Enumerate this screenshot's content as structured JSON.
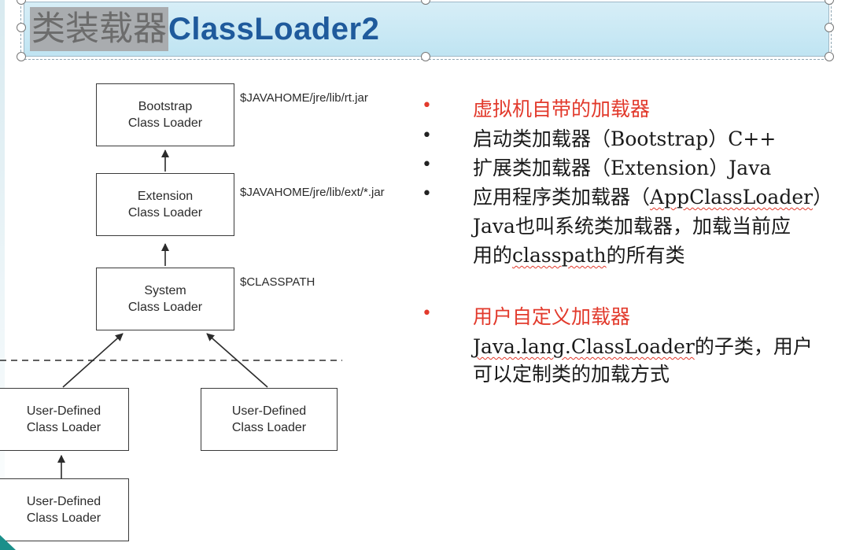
{
  "slide": {
    "title_cn": "类装载器",
    "title_en": "ClassLoader2"
  },
  "diagram": {
    "boxes": [
      {
        "line1": "Bootstrap",
        "line2": "Class Loader"
      },
      {
        "line1": "Extension",
        "line2": "Class Loader"
      },
      {
        "line1": "System",
        "line2": "Class Loader"
      },
      {
        "line1": "User-Defined",
        "line2": "Class Loader"
      },
      {
        "line1": "User-Defined",
        "line2": "Class Loader"
      },
      {
        "line1": "User-Defined",
        "line2": "Class Loader"
      }
    ],
    "paths": [
      "$JAVAHOME/jre/lib/rt.jar",
      "$JAVAHOME/jre/lib/ext/*.jar",
      "$CLASSPATH"
    ]
  },
  "bullets": [
    {
      "text": "虚拟机自带的加载器"
    },
    {
      "text": "启动类加载器（Bootstrap）C++"
    },
    {
      "text": "扩展类加载器（Extension）Java"
    },
    {
      "lines": [
        {
          "pre": "应用程序类加载器（",
          "squiggle": "AppClassLoader",
          "post": "）"
        },
        {
          "pre": "Java也叫系统类加载器，加载当前应"
        },
        {
          "pre": "用的",
          "squiggle": "classpath",
          "post": "的所有类"
        }
      ]
    },
    {
      "text": "用户自定义加载器"
    },
    {
      "lines": [
        {
          "squiggle": "Java.lang.ClassLoader",
          "post": "的子类，用户"
        },
        {
          "pre": "可以定制类的加载方式"
        }
      ]
    }
  ]
}
